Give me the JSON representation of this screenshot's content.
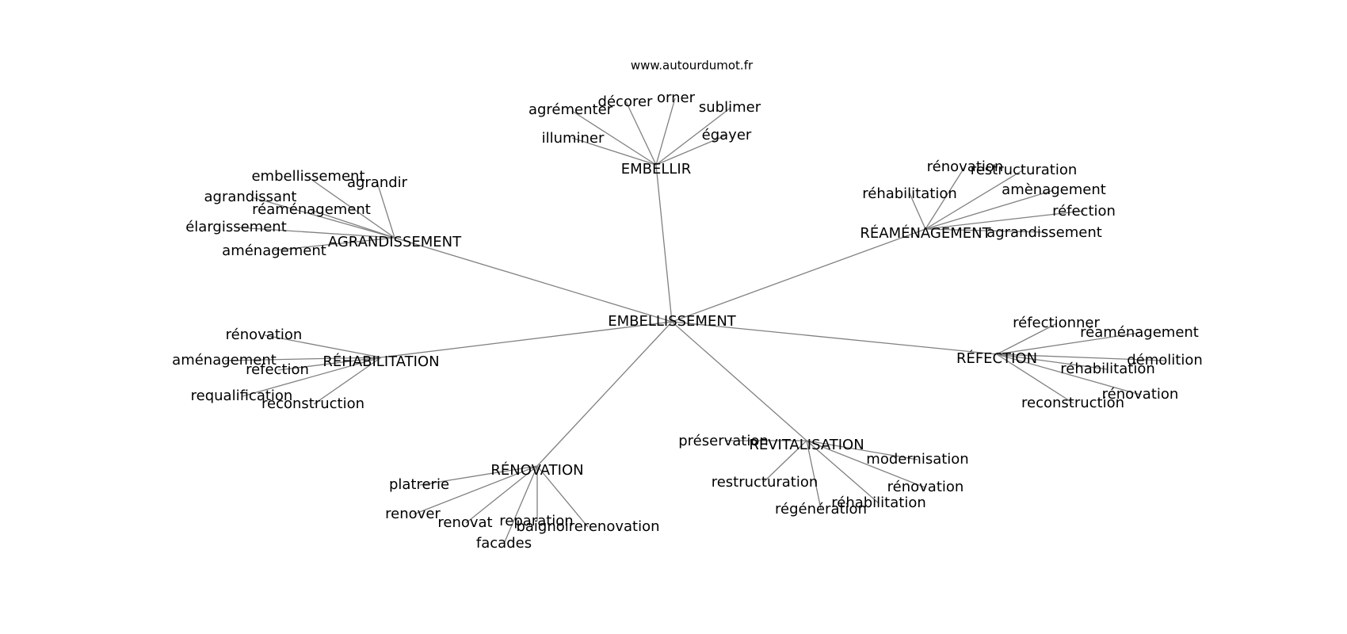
{
  "watermark": "www.autourdumot.fr",
  "center": "EMBELLISSEMENT",
  "colors": {
    "edge": "#808080",
    "text": "#000000",
    "background": "#ffffff"
  },
  "clusters": [
    {
      "id": "embellir",
      "label": "EMBELLIR",
      "words": [
        "agrémenter",
        "décorer",
        "orner",
        "sublimer",
        "illuminer",
        "égayer"
      ]
    },
    {
      "id": "agrandissement",
      "label": "AGRANDISSEMENT",
      "words": [
        "embellissement",
        "agrandir",
        "agrandissant",
        "réaménagement",
        "élargissement",
        "aménagement"
      ]
    },
    {
      "id": "reamenagement",
      "label": "RÉAMÉNAGEMENT",
      "words": [
        "rénovation",
        "restructuration",
        "réhabilitation",
        "amènagement",
        "réfection",
        "agrandissement"
      ]
    },
    {
      "id": "rehabilitation",
      "label": "RÉHABILITATION",
      "words": [
        "rénovation",
        "aménagement",
        "refection",
        "requalification",
        "reconstruction"
      ]
    },
    {
      "id": "refection",
      "label": "RÉFECTION",
      "words": [
        "réfectionner",
        "réaménagement",
        "démolition",
        "réhabilitation",
        "rénovation",
        "reconstruction"
      ]
    },
    {
      "id": "renovation",
      "label": "RÉNOVATION",
      "words": [
        "platrerie",
        "renover",
        "renovat",
        "reparation",
        "baignoirerenovation",
        "facades"
      ]
    },
    {
      "id": "revitalisation",
      "label": "REVITALISATION",
      "words": [
        "préservation",
        "modernisation",
        "restructuration",
        "rénovation",
        "réhabilitation",
        "régénération"
      ]
    }
  ]
}
